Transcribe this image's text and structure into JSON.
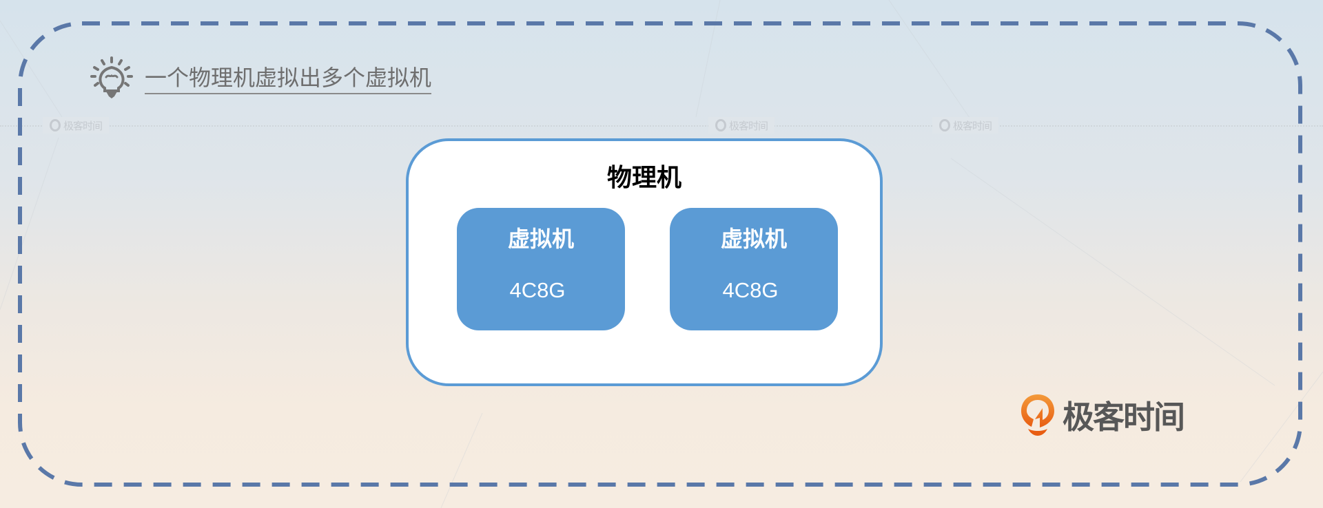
{
  "heading": {
    "icon": "lightbulb-icon",
    "text": "一个物理机虚拟出多个虚拟机"
  },
  "physical_machine": {
    "label": "物理机",
    "virtual_machines": [
      {
        "label": "虚拟机",
        "spec": "4C8G"
      },
      {
        "label": "虚拟机",
        "spec": "4C8G"
      }
    ]
  },
  "watermarks": [
    {
      "text": "极客时间"
    },
    {
      "text": "极客时间"
    },
    {
      "text": "极客时间"
    }
  ],
  "brand": {
    "icon": "geektime-logo-icon",
    "text": "极客时间"
  },
  "colors": {
    "frame_dash": "#5a78a8",
    "box_border": "#5b9bd5",
    "vm_fill": "#5b9bd5",
    "brand_orange": "#ea6b1a",
    "heading_text": "#6e6e6e"
  }
}
